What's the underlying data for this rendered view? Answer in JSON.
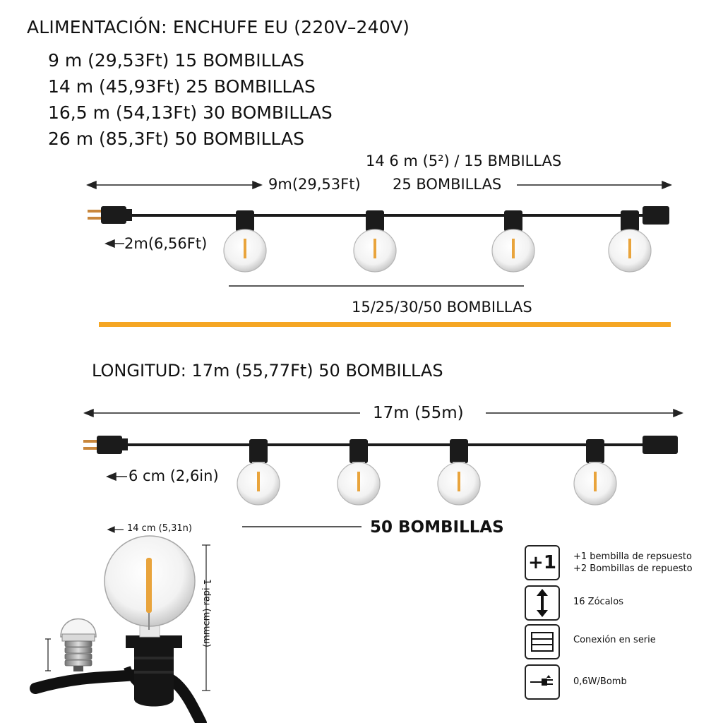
{
  "header": {
    "power": "ALIMENTACIÓN: ENCHUFE EU (220V–240V)",
    "options": [
      "9 m (29,53Ft)  15 BOMBILLAS",
      "14 m (45,93Ft)  25 BOMBILLAS",
      "16,5 m (54,13Ft)  30 BOMBILLAS",
      "26 m (85,3Ft)  50 BOMBILLAS"
    ]
  },
  "diagram1": {
    "top_label": "14 6 m (5²) / 15 BMBILLAS",
    "length_label": "9m(29,53Ft)",
    "bulbs_label": "25 BOMBILLAS",
    "lead_label": "2m(6,56Ft)",
    "count_label": "15/25/30/50 BOMBILLAS"
  },
  "separator_color": "#F5A623",
  "diagram2": {
    "title": "LONGITUD: 17m (55,77Ft)   50 BOMBILLAS",
    "length_label": "17m (55m)",
    "spacing_label": "6 cm (2,6in)",
    "count_label": "50 BOMBILLAS"
  },
  "detail": {
    "width_label": "14 cm (5,31n)",
    "height_label": "1 ᴉdɐɹ (ɯɔɯɯ)"
  },
  "legend": [
    {
      "icon": "plus-one-icon",
      "symbol": "+1",
      "lines": [
        "+1 bembilla de repsuesto",
        "+2 Bombillas de repuesto"
      ]
    },
    {
      "icon": "up-down-arrow-icon",
      "lines": [
        "16 Zócalos"
      ]
    },
    {
      "icon": "series-connection-icon",
      "lines": [
        "Conexión en serie"
      ]
    },
    {
      "icon": "plug-wattage-icon",
      "lines": [
        "0,6W/Bomb"
      ]
    }
  ]
}
